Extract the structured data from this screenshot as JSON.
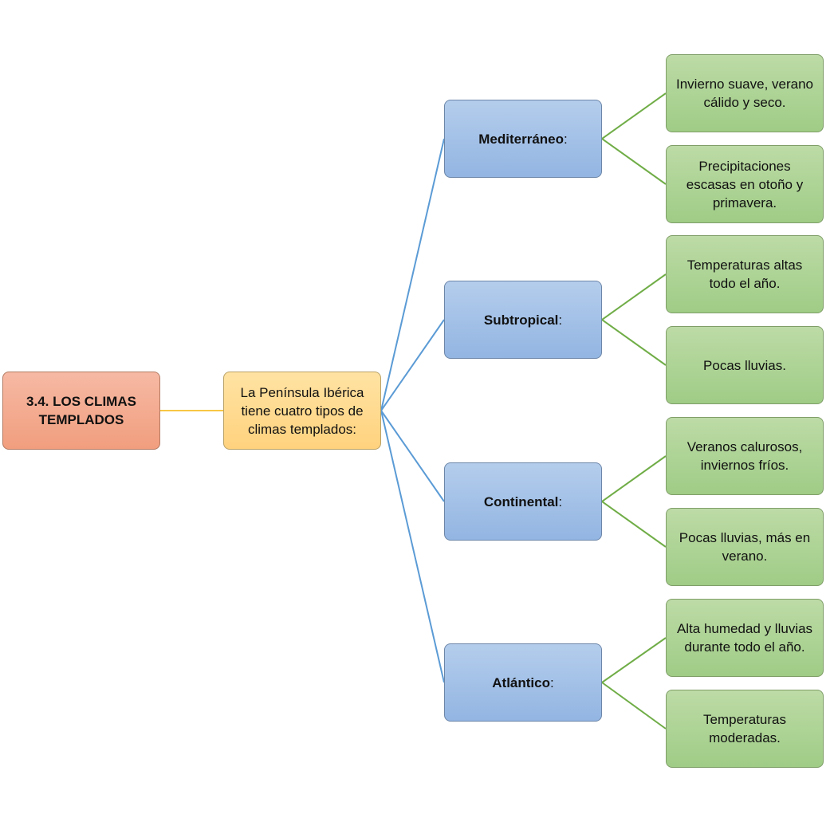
{
  "root": {
    "label": "3.4. LOS CLIMAS TEMPLADOS"
  },
  "intro": {
    "label": "La Península Ibérica tiene cuatro tipos de climas templados:"
  },
  "types": [
    {
      "name": "Mediterráneo",
      "suffix": ":",
      "traits": [
        "Invierno suave, verano cálido y seco.",
        "Precipitaciones escasas en otoño y primavera."
      ]
    },
    {
      "name": "Subtropical",
      "suffix": ":",
      "traits": [
        "Temperaturas altas todo el año.",
        "Pocas lluvias."
      ]
    },
    {
      "name": "Continental",
      "suffix": ":",
      "traits": [
        "Veranos calurosos, inviernos fríos.",
        "Pocas lluvias, más en verano."
      ]
    },
    {
      "name": "Atlántico",
      "suffix": ":",
      "traits": [
        "Alta humedad y lluvias durante todo el año.",
        "Temperaturas moderadas."
      ]
    }
  ],
  "colors": {
    "root_connector": "#f7c744",
    "type_connector": "#5b9bd5",
    "trait_connector": "#70ad47"
  }
}
